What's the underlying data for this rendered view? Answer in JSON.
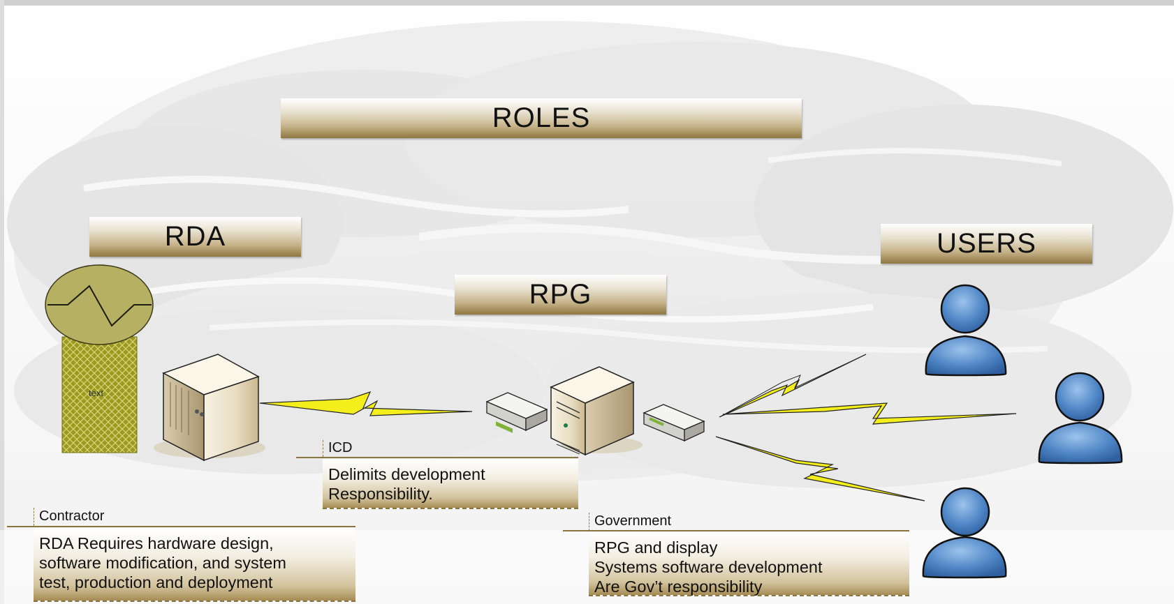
{
  "banners": {
    "roles": "ROLES",
    "rda": "RDA",
    "rpg": "RPG",
    "users": "USERS"
  },
  "rda_graphic_text": "text",
  "callouts": {
    "icd": {
      "label": "ICD",
      "lines": [
        "Delimits development",
        "Responsibility."
      ]
    },
    "contractor": {
      "label": "Contractor",
      "lines": [
        "RDA Requires hardware design,",
        "software modification, and system",
        "test, production and deployment"
      ]
    },
    "government": {
      "label": "Government",
      "lines": [
        "RPG and display",
        "Systems software development",
        "Are Gov’t responsibility"
      ]
    }
  },
  "colors": {
    "banner_gradient_dark": "#8f7740",
    "callout_rule": "#8b7340",
    "lightning_fill": "#f4ef1c",
    "user_blue": "#4f86c6",
    "radar_olive": "#b5b062",
    "hatch_olive": "#9b9a1e"
  }
}
